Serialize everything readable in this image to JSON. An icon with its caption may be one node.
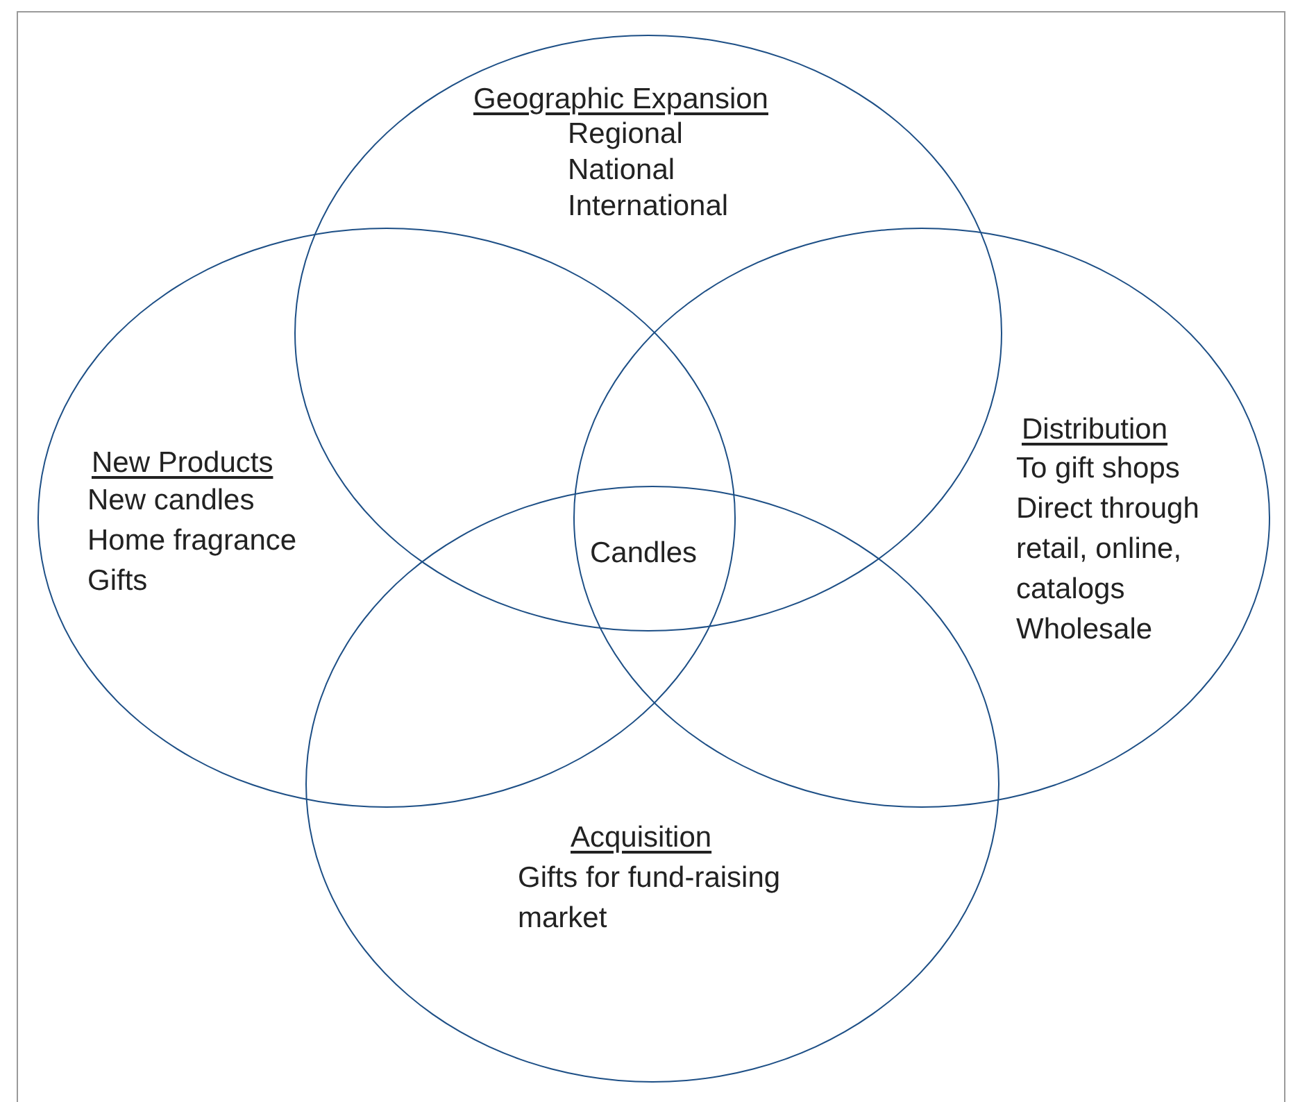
{
  "diagram": {
    "nodes": [
      {
        "text": [
          "Geographic Expansion",
          "Regional",
          "National",
          "International"
        ]
      },
      {
        "text": [
          "New Products",
          "New candles",
          "Home fragrance",
          "Gifts"
        ]
      },
      {
        "text": [
          "Distribution",
          "To gift shops",
          "Direct through retail, online, catalogs",
          "Wholesale"
        ]
      },
      {
        "text": [
          "Acquisition",
          "Gifts for fund-raising market"
        ]
      }
    ],
    "labels": [
      "Candles"
    ]
  }
}
